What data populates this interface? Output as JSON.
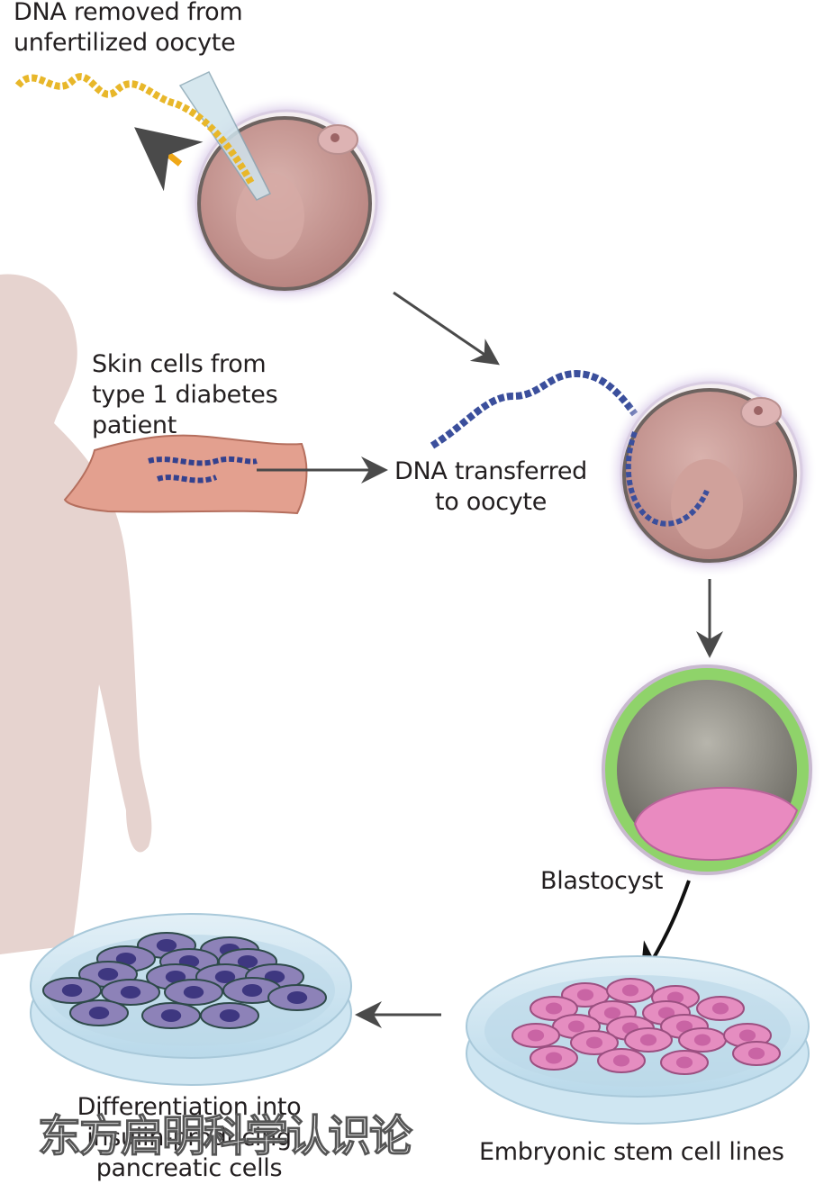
{
  "labels": {
    "dna_removed": [
      "DNA removed from",
      "unfertilized oocyte"
    ],
    "skin_cells": [
      "Skin cells from",
      "type 1 diabetes",
      "patient"
    ],
    "dna_transferred": [
      "DNA transferred",
      "to oocyte"
    ],
    "blastocyst": "Blastocyst",
    "esc_lines": "Embryonic stem cell lines",
    "differentiation": [
      "Differentiation into",
      "insulin-producing",
      "pancreatic cells"
    ]
  },
  "watermark": "东方启明科学认识论",
  "colors": {
    "oocyte": "#c99a95",
    "halo": "#cbb8dc",
    "dna_yellow": "#e8b72a",
    "dna_blue": "#3b4f9c",
    "skin_cell": "#e3a08f",
    "body": "#ead8d5",
    "trophoblast": "#8fd36a",
    "icm": "#e98ac0",
    "dish": "#cfe6f2",
    "diff_cell": "#8d82b8",
    "arrow": "#4a4a4a"
  }
}
